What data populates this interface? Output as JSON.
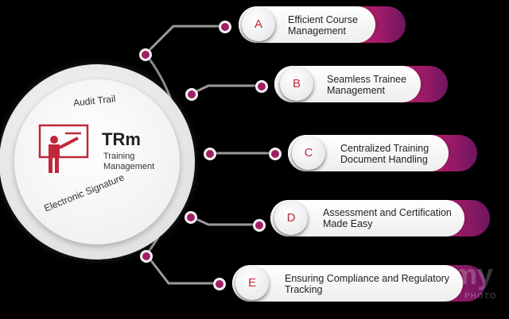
{
  "hub": {
    "title": "TRm",
    "subtitle_line1": "Training",
    "subtitle_line2": "Management",
    "top_label": "Audit Trail",
    "bottom_label": "Electronic Signature",
    "icon": "presentation-board-icon"
  },
  "features": [
    {
      "letter": "A",
      "line1": "Efficient Course",
      "line2": "Management"
    },
    {
      "letter": "B",
      "line1": "Seamless Trainee",
      "line2": "Management"
    },
    {
      "letter": "C",
      "line1": "Centralized Training",
      "line2": "Document Handling"
    },
    {
      "letter": "D",
      "line1": "Assessment and Certification",
      "line2": "Made Easy"
    },
    {
      "letter": "E",
      "line1": "Ensuring Compliance and Regulatory",
      "line2": "Tracking"
    }
  ],
  "watermark": {
    "big": "my",
    "small": "PHOTO"
  },
  "colors": {
    "accent": "#c0283a",
    "magenta": "#a01f64",
    "background": "#000000"
  }
}
